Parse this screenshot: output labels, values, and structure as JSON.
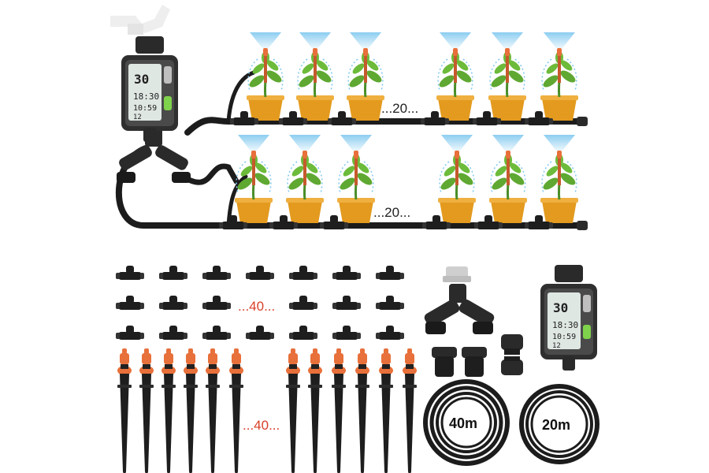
{
  "timer_display": {
    "main_digits": "30",
    "clock": "18:30",
    "row2": "10:59",
    "row3": "12"
  },
  "annotations": {
    "top_row_count": "...20...",
    "bottom_row_count": "...20...",
    "tee_count": "...40...",
    "stake_count": "...40..."
  },
  "hose_labels": {
    "hose_large": "40m",
    "hose_small": "20m"
  },
  "colors": {
    "hose": "#1c1c1c",
    "pot": "#e39a1e",
    "leaf": "#5fa832",
    "nozzle": "#e8703a",
    "spray": "#7fc8ef",
    "annotation_red": "#d9402a"
  }
}
